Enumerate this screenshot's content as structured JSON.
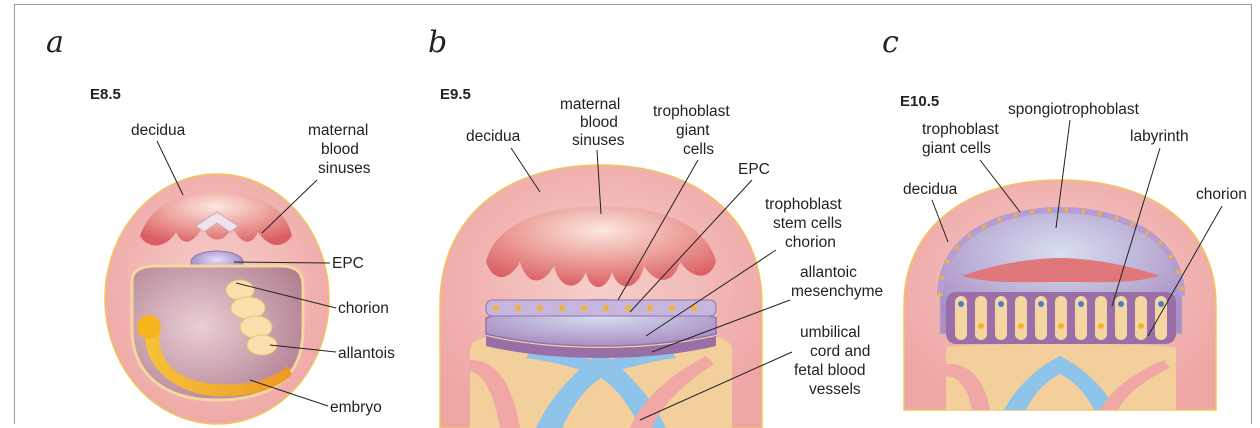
{
  "panels": [
    {
      "letter": "a",
      "stage": "E8.5",
      "labels": {
        "decidua": "decidua",
        "maternal_blood_sinuses": [
          "maternal",
          "blood",
          "sinuses"
        ],
        "epc": "EPC",
        "chorion": "chorion",
        "allantois": "allantois",
        "embryo": "embryo"
      }
    },
    {
      "letter": "b",
      "stage": "E9.5",
      "labels": {
        "decidua": "decidua",
        "maternal_blood_sinuses": [
          "maternal",
          "blood",
          "sinuses"
        ],
        "trophoblast_giant_cells": [
          "trophoblast",
          "giant",
          "cells"
        ],
        "epc": "EPC",
        "trophoblast_stem_cells_chorion": [
          "trophoblast",
          "stem cells",
          "chorion"
        ],
        "allantoic_mesenchyme": [
          "allantoic",
          "mesenchyme"
        ],
        "umbilical_cord": [
          "umbilical",
          "cord and",
          "fetal blood",
          "vessels"
        ]
      }
    },
    {
      "letter": "c",
      "stage": "E10.5",
      "labels": {
        "trophoblast_giant_cells": [
          "trophoblast",
          "giant cells"
        ],
        "spongiotrophoblast": "spongiotrophoblast",
        "labyrinth": "labyrinth",
        "decidua": "decidua",
        "chorion": "chorion"
      }
    }
  ],
  "colors": {
    "decidua": "#f2b6b3",
    "decidua_edge": "#f0c75a",
    "sinus": "#e0777a",
    "chorion": "#a98fc4",
    "trophoblast_layer": "#c6b6de",
    "yolk": "#c99aa6",
    "allantois": "#f7d79a",
    "embryo": "#f3a92b",
    "umbilical_blue": "#8ec3ea",
    "cord_tan": "#f5d6a0"
  }
}
